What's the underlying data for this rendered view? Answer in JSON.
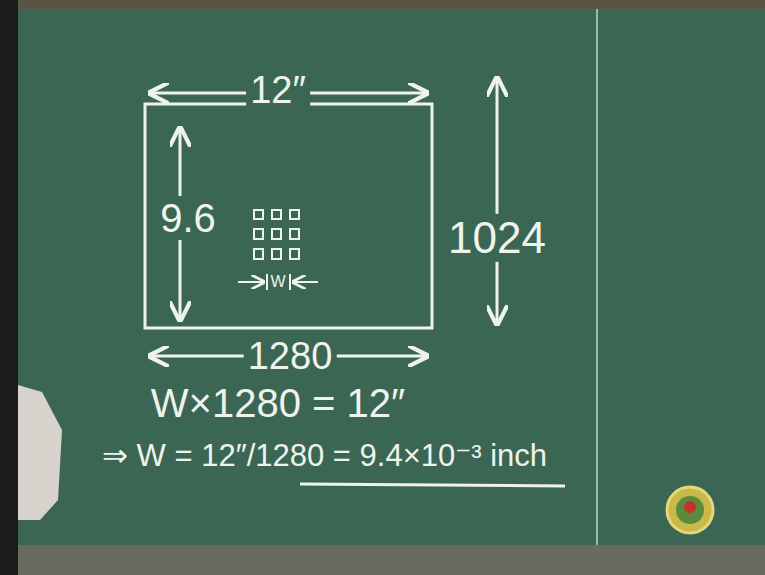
{
  "diagram": {
    "labels": [
      "12″",
      "9.6",
      "1024",
      "1280",
      "W",
      "W×1280 = 12″",
      "⇒ W = 12″/1280 = 9.4×10⁻³ inch"
    ]
  }
}
